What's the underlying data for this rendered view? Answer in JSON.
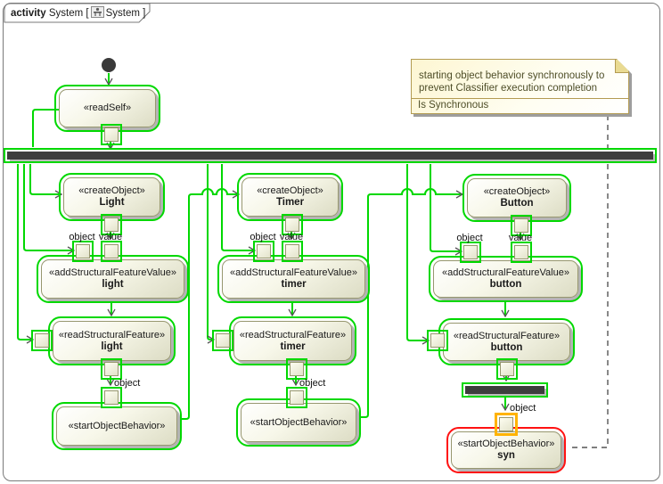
{
  "header": {
    "keyword": "activity",
    "name": "System",
    "open_bracket": "[",
    "diagram": "System",
    "close_bracket": "]"
  },
  "note": {
    "body": "starting object behavior synchronously to prevent Classifier execution completion",
    "property": "Is Synchronous"
  },
  "labels": {
    "object": "object",
    "value": "value"
  },
  "nodes": {
    "read_self": {
      "stereotype": "«readSelf»",
      "name": ""
    },
    "create_light": {
      "stereotype": "«createObject»",
      "name": "Light"
    },
    "add_light": {
      "stereotype": "«addStructuralFeatureValue»",
      "name": "light"
    },
    "read_light": {
      "stereotype": "«readStructuralFeature»",
      "name": "light"
    },
    "start_light": {
      "stereotype": "«startObjectBehavior»",
      "name": ""
    },
    "create_timer": {
      "stereotype": "«createObject»",
      "name": "Timer"
    },
    "add_timer": {
      "stereotype": "«addStructuralFeatureValue»",
      "name": "timer"
    },
    "read_timer": {
      "stereotype": "«readStructuralFeature»",
      "name": "timer"
    },
    "start_timer": {
      "stereotype": "«startObjectBehavior»",
      "name": ""
    },
    "create_button": {
      "stereotype": "«createObject»",
      "name": "Button"
    },
    "add_button": {
      "stereotype": "«addStructuralFeatureValue»",
      "name": "button"
    },
    "read_button": {
      "stereotype": "«readStructuralFeature»",
      "name": "button"
    },
    "start_syn": {
      "stereotype": "«startObjectBehavior»",
      "name": "syn"
    }
  },
  "colors": {
    "selection_green": "#00d800",
    "error_red": "#ff1212",
    "pin_highlight_orange": "#ffb300",
    "bar_fill": "#3d3d3d",
    "note_border": "#b39b52"
  }
}
